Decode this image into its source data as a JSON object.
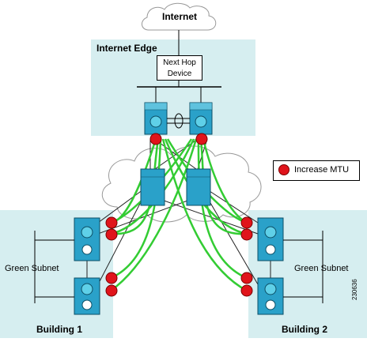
{
  "cloud_top": {
    "label": "Internet"
  },
  "internet_edge": {
    "label": "Internet Edge"
  },
  "next_hop": {
    "line1": "Next Hop",
    "line2": "Device"
  },
  "legend": {
    "label": "Increase MTU",
    "color": "#e0141b"
  },
  "building1": {
    "label": "Building 1",
    "subnet_label": "Green Subnet"
  },
  "building2": {
    "label": "Building 2",
    "subnet_label": "Green Subnet"
  },
  "figure_id": "230636",
  "colors": {
    "zone_fill": "#d6eef0",
    "device_blue": "#2aa1c9",
    "link_green": "#33cc33",
    "marker_red": "#e0141b"
  }
}
